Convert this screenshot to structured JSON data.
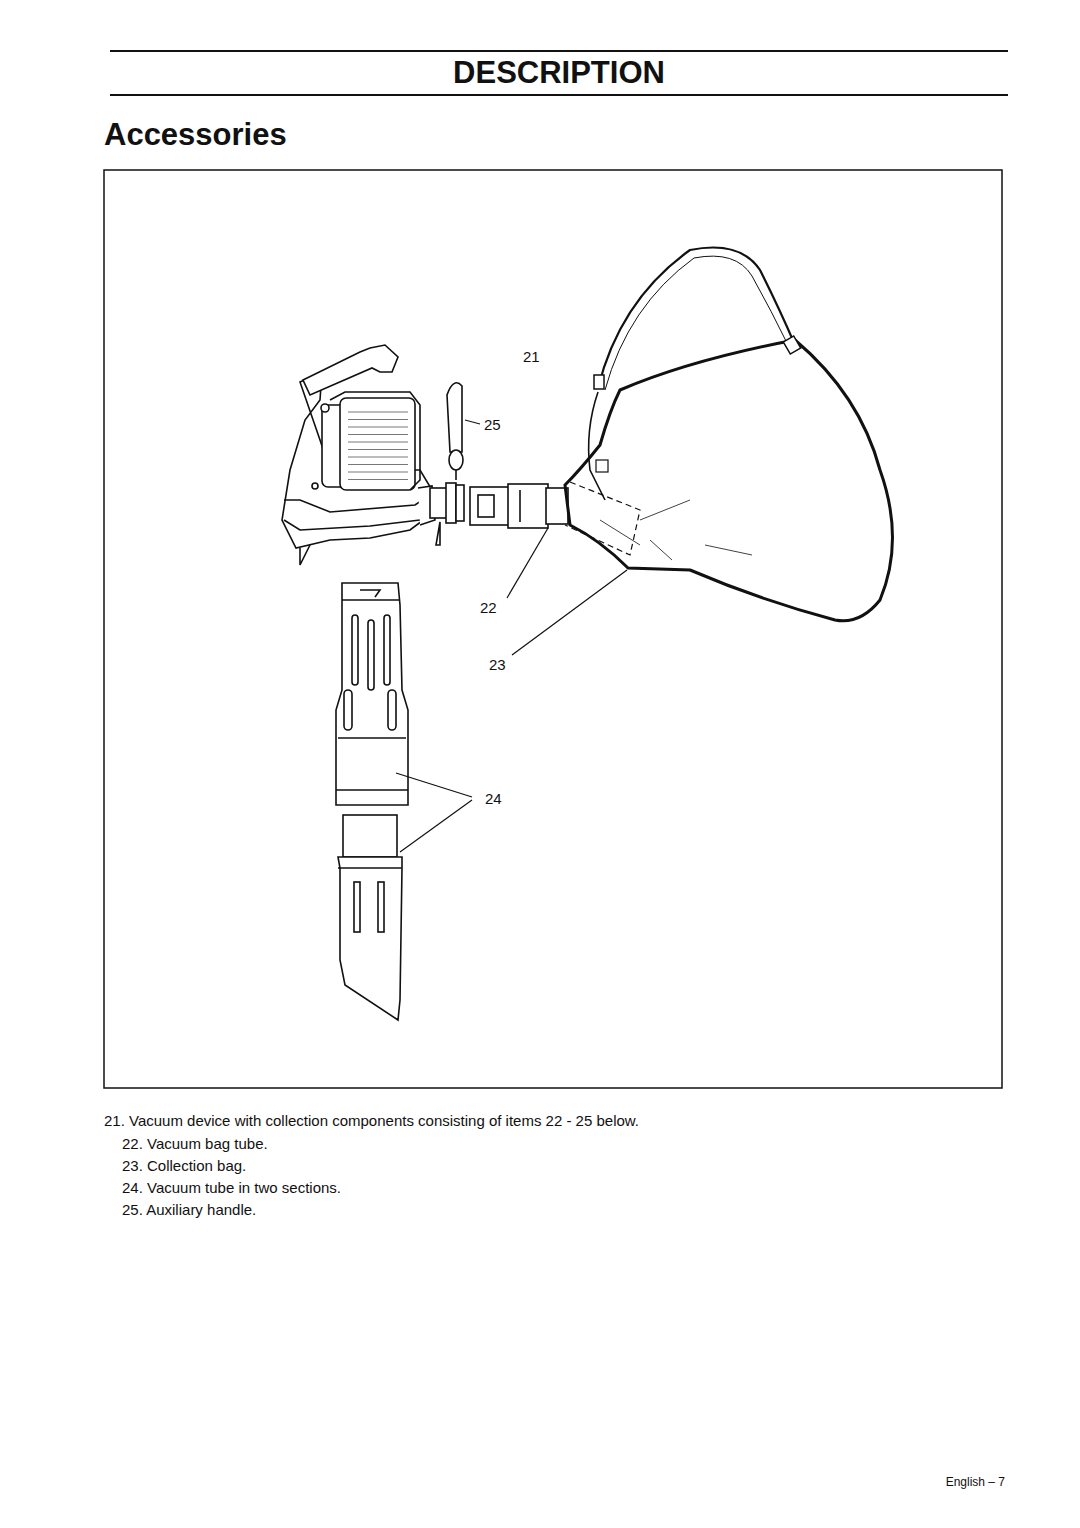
{
  "diagram": {
    "title": "DESCRIPTION",
    "labels": [
      "Accessories",
      "21",
      "25",
      "22",
      "23",
      "24",
      "21. Vacuum device with collection components consisting of items 22 - 25 below.",
      "22. Vacuum bag tube.",
      "23. Collection bag.",
      "24. Vacuum tube in two sections.",
      "25. Auxiliary handle.",
      "English – 7"
    ]
  }
}
